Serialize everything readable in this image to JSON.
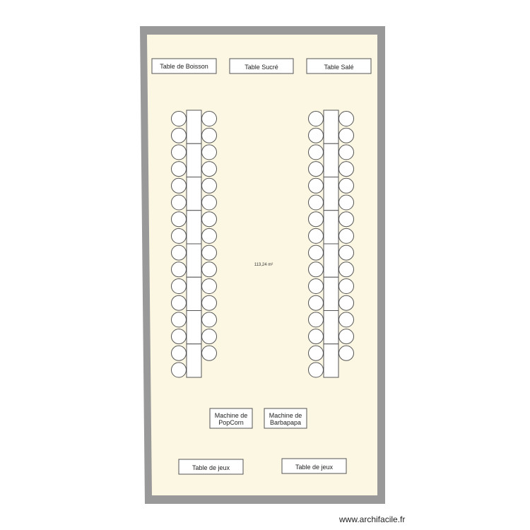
{
  "room": {
    "area": "113,24 m²",
    "floor_color": "#fcf7e3",
    "wall_color": "#999999"
  },
  "furniture": {
    "boisson": "Table de Boisson",
    "sucre": "Table Sucré",
    "sale": "Table Salé",
    "popcorn_line1": "Machine de",
    "popcorn_line2": "PopCorn",
    "barbapapa_line1": "Machine de",
    "barbapapa_line2": "Barbapapa",
    "jeux_left": "Table de jeux",
    "jeux_right": "Table de jeux"
  },
  "seating": {
    "rows": 2,
    "tables_per_row": 8,
    "chairs_left_per_row": 16,
    "chairs_right_per_row": 15
  },
  "watermark": "www.archifacile.fr"
}
